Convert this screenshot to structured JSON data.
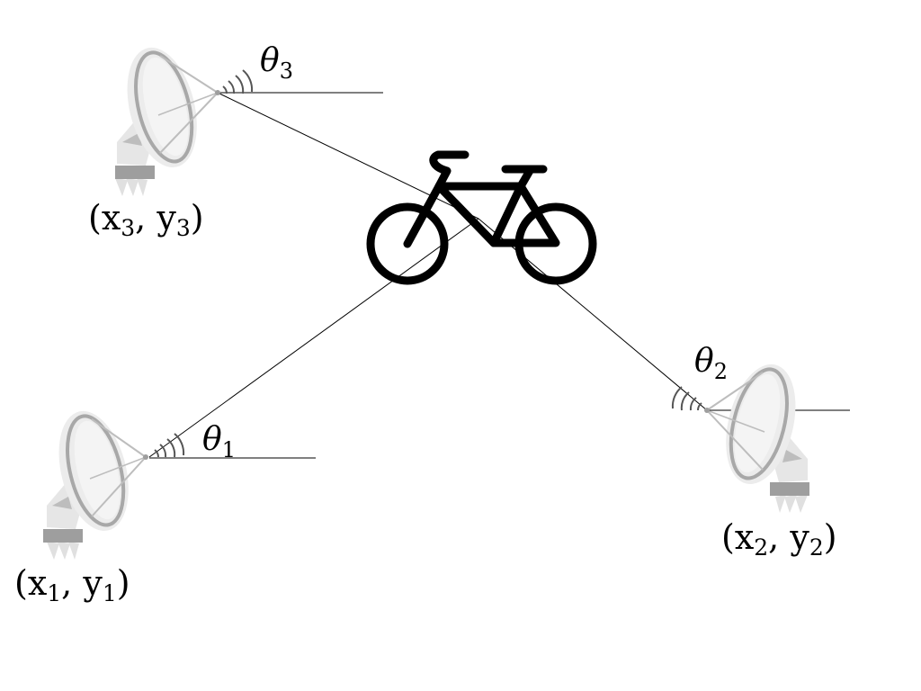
{
  "stations": [
    {
      "label_main": "(x",
      "label_sub": "1",
      "label_sep": ", y",
      "label_sub2": "1",
      "label_end": ")",
      "angle_main": "θ",
      "angle_sub": "1"
    },
    {
      "label_main": "(x",
      "label_sub": "2",
      "label_sep": ", y",
      "label_sub2": "2",
      "label_end": ")",
      "angle_main": "θ",
      "angle_sub": "2"
    },
    {
      "label_main": "(x",
      "label_sub": "3",
      "label_sep": ", y",
      "label_sub2": "3",
      "label_end": ")",
      "angle_main": "θ",
      "angle_sub": "3"
    }
  ],
  "icons": {
    "antenna": "satellite-dish-icon",
    "target": "bicycle-icon"
  },
  "colors": {
    "line": "#000000",
    "dish_light": "#e6e6e6",
    "dish_mid": "#bdbdbd",
    "dish_dark": "#9e9e9e",
    "bike": "#000000"
  }
}
